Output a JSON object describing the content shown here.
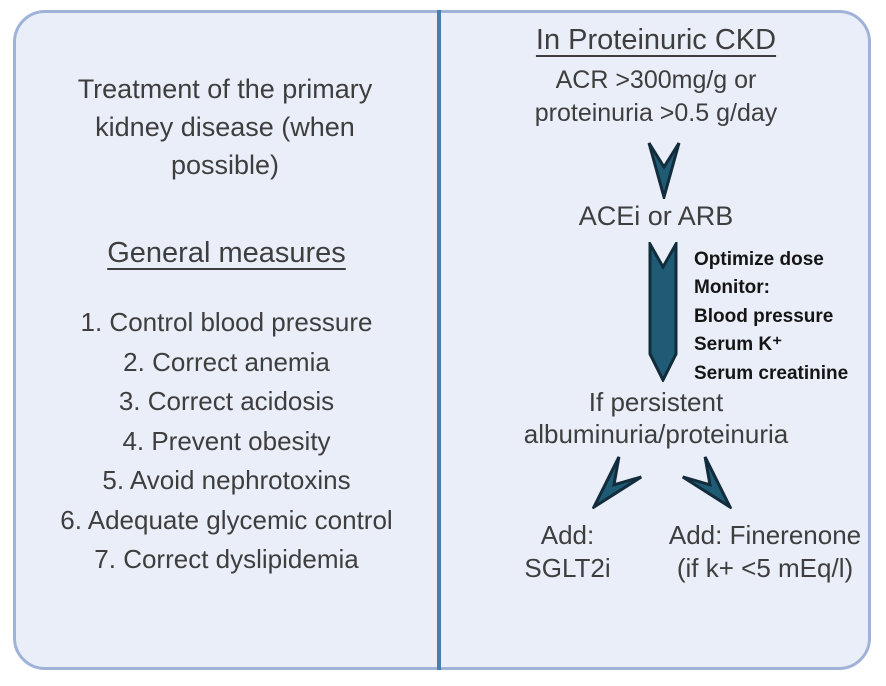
{
  "colors": {
    "background": "#e9eef8",
    "border": "#9fb3da",
    "divider": "#4a7dad",
    "arrow_fill": "#1f5b74",
    "arrow_stroke": "#122c3c",
    "text": "#3e3e3e",
    "note_text": "#151515"
  },
  "left_panel": {
    "intro": "Treatment of the primary kidney disease (when possible)",
    "heading": "General measures",
    "items": [
      "1. Control blood pressure",
      "2. Correct anemia",
      "3. Correct acidosis",
      "4. Prevent obesity",
      "5. Avoid nephrotoxins",
      "6. Adequate glycemic control",
      "7. Correct dyslipidemia"
    ]
  },
  "right_panel": {
    "title": "In Proteinuric CKD",
    "criteria": {
      "line1": "ACR >300mg/g or",
      "line2": "proteinuria >0.5 g/day"
    },
    "therapy": "ACEi or ARB",
    "monitor": [
      "Optimize dose",
      "Monitor:",
      "Blood pressure",
      "Serum K⁺",
      "Serum creatinine"
    ],
    "persistent": {
      "line1": "If persistent",
      "line2": "albuminuria/proteinuria"
    },
    "option_sglt2i": {
      "line1": "Add:",
      "line2": "SGLT2i"
    },
    "option_finerenone": {
      "line1": "Add: Finerenone",
      "line2": "(if k+ <5 mEq/l)"
    }
  }
}
